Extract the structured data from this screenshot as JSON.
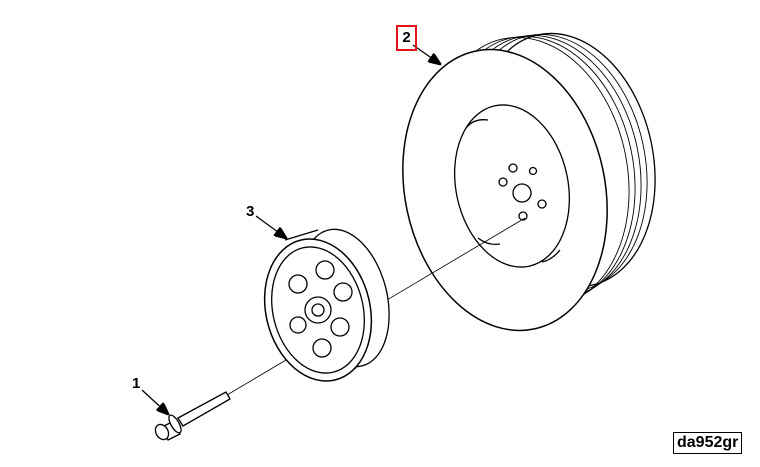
{
  "callouts": {
    "part1": "1",
    "part2": "2",
    "part3": "3"
  },
  "figure_id": "da952gr",
  "colors": {
    "highlight": "#e0161b",
    "line": "#000000",
    "fill": "#ffffff"
  }
}
